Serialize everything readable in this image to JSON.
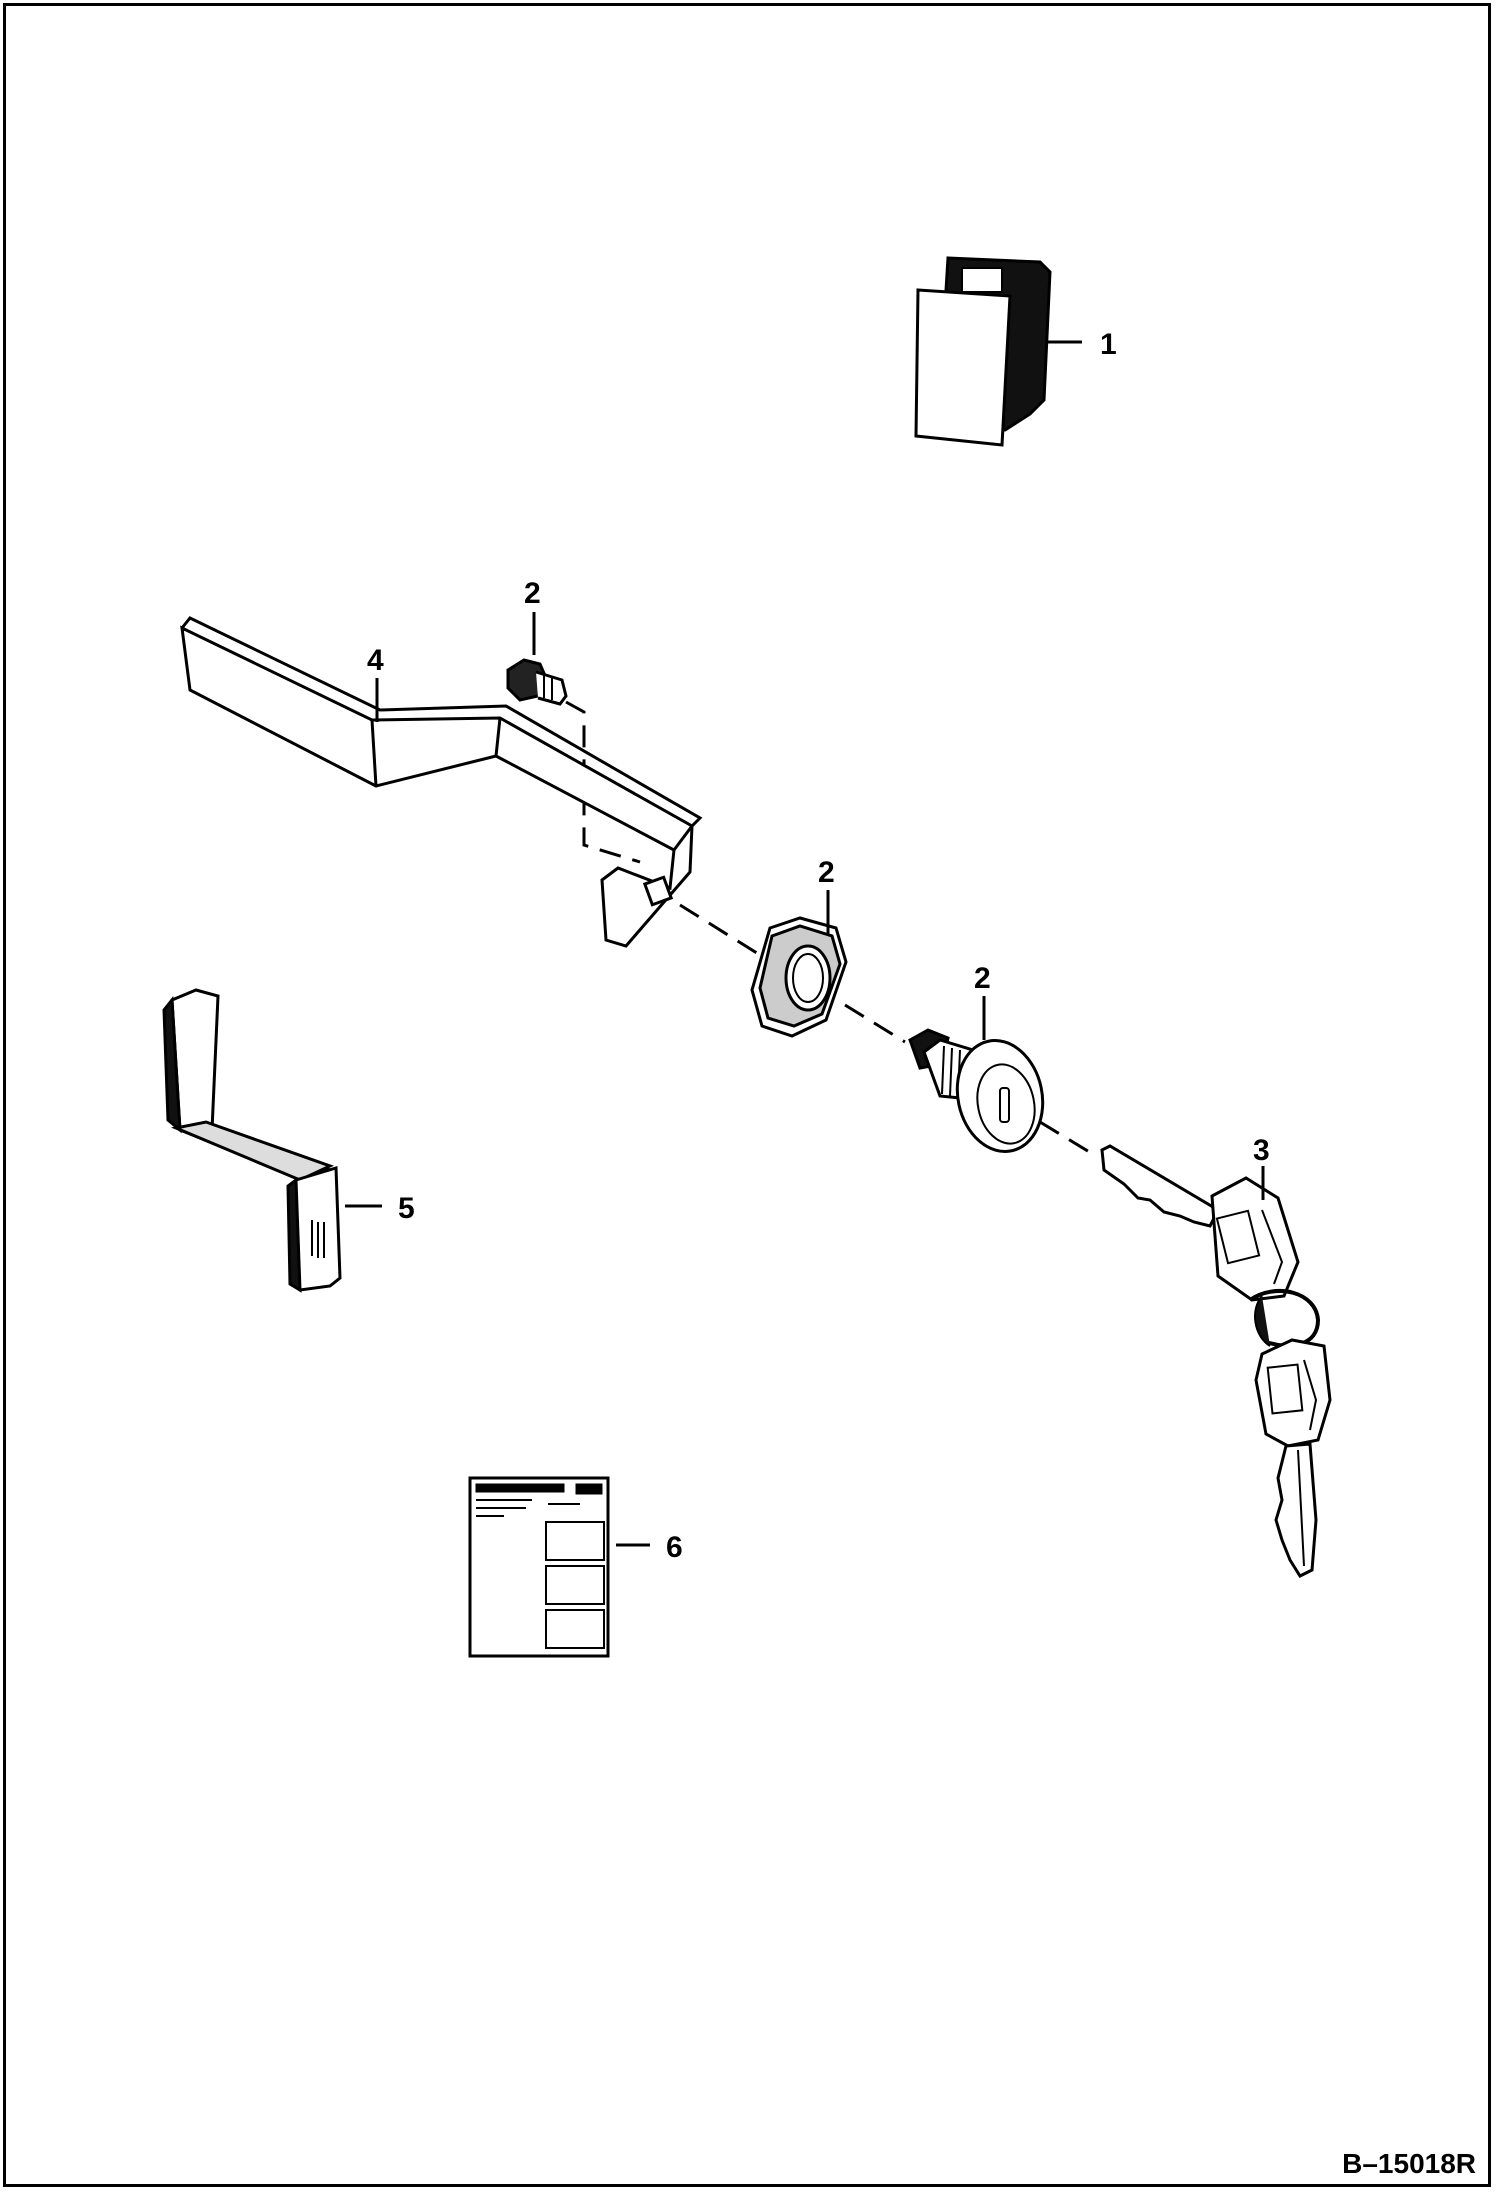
{
  "diagram": {
    "figure_id": "B–15018R",
    "callouts": {
      "block": "1",
      "bolt": "2",
      "nut": "2",
      "lock_cylinder": "2",
      "keys": "3",
      "lever": "4",
      "bracket": "5",
      "instruction_sheet": "6"
    }
  }
}
